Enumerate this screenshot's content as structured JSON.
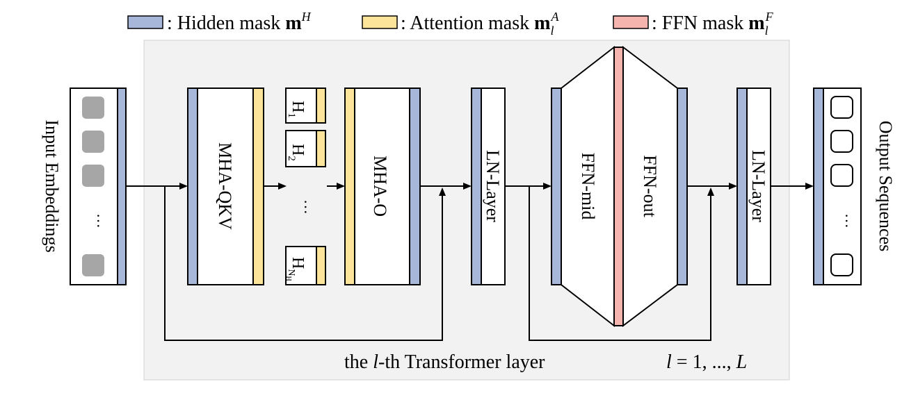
{
  "legend": {
    "hidden_label": ": Hidden mask ",
    "hidden_symbol": "m",
    "hidden_sup": "H",
    "attention_label": ": Attention mask ",
    "attention_symbol": "m",
    "attention_sub": "l",
    "attention_sup": "A",
    "ffn_label": ": FFN mask ",
    "ffn_symbol": "m",
    "ffn_sub": "l",
    "ffn_sup": "F"
  },
  "colors": {
    "hidden_mask": "#a7b7da",
    "attention_mask": "#fce49a",
    "ffn_mask": "#f6b4ae",
    "layer_background": "#f2f2f2",
    "embedding_token": "#a6a6a6"
  },
  "left_label": "Input Embeddings",
  "right_label": "Output Sequences",
  "blocks": {
    "mha_qkv": "MHA-QKV",
    "mha_o": "MHA-O",
    "ln_layer_1": "LN-Layer",
    "ffn_mid": "FFN-mid",
    "ffn_out": "FFN-out",
    "ln_layer_2": "LN-Layer"
  },
  "heads": {
    "h1": "H",
    "h1_sub": "1",
    "h2": "H",
    "h2_sub": "2",
    "ellipsis": "···",
    "hn": "H",
    "hn_sub": "N",
    "hn_subsub": "H"
  },
  "embedding_ellipsis": "···",
  "output_ellipsis": "···",
  "footer": {
    "prefix": "the ",
    "l": "l",
    "suffix": "-th Transformer layer",
    "range_l": "l",
    "range_eq": " = 1, ..., ",
    "range_L": "L"
  }
}
